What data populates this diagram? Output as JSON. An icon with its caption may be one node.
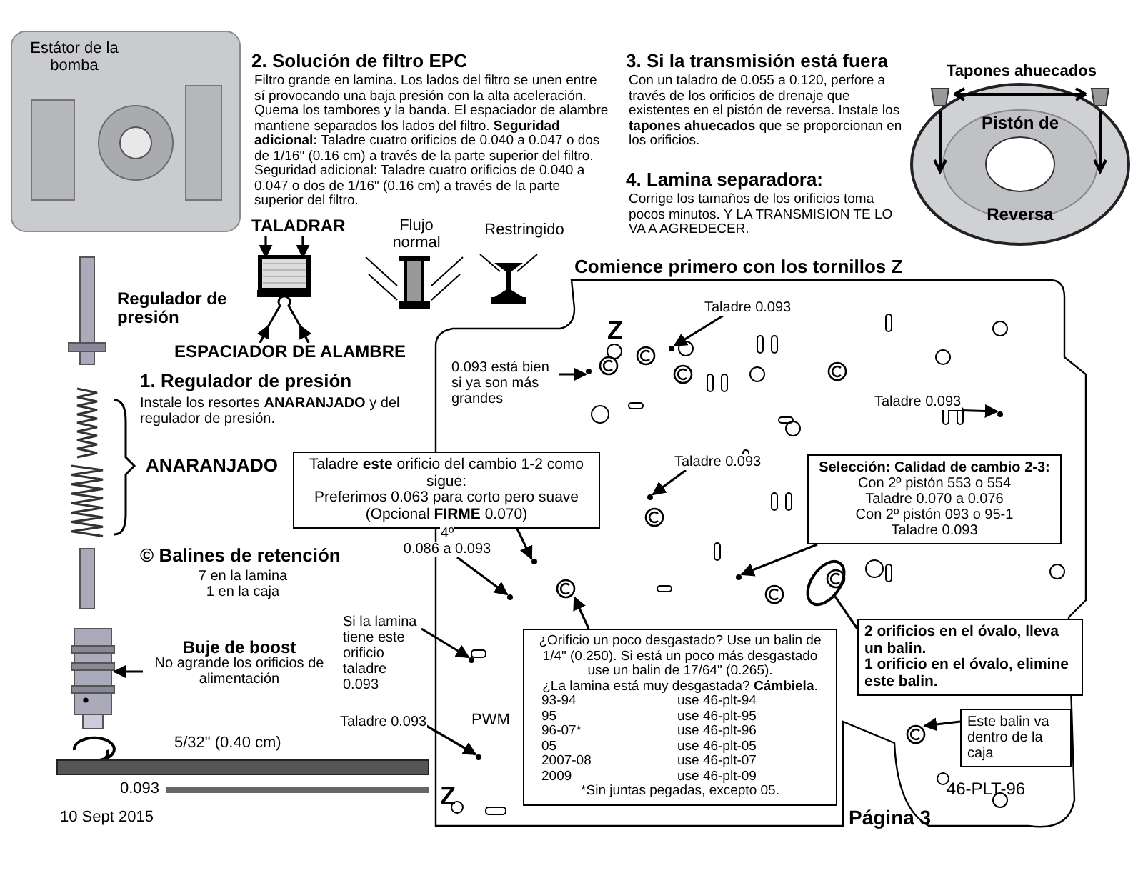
{
  "diagram": {
    "nodes": [
      {
        "text": [
          "Taladre **este** orificio del cambio 1-2 como sigue:",
          "Preferimos 0.063 para corto pero suave",
          "(Opcional **FIRME** 0.070)"
        ]
      },
      {
        "text": [
          "Selección: Calidad de cambio 2-3:",
          "Con 2º pistón 553 o 554",
          "Taladre 0.070 a 0.076",
          "Con 2º pistón 093 o 95-1",
          "Taladre 0.093"
        ]
      },
      {
        "text": [
          "¿Orificio un poco desgastado? Use un balin de 1/4\" (0.250). Si está un poco más desgastado use un balin de 17/64\" (0.265).",
          "¿La lamina está muy desgastada? **Cámbiela**.",
          "93-94",
          "use 46-plt-94",
          "95",
          "use 46-plt-95",
          "96-07*",
          "use 46-plt-96",
          "05",
          "use 46-plt-05",
          "2007-08",
          "use 46-plt-07",
          "2009",
          "use 46-plt-09",
          "*Sin juntas pegadas, excepto 05."
        ]
      },
      {
        "text": [
          "2 orificios en el óvalo, lleva un balin.",
          "1 orificio en el óvalo, elimine este balin."
        ]
      },
      {
        "text": [
          "Este balin va dentro de la caja"
        ]
      },
      {
        "text": [
          "Taladre 0.093"
        ]
      },
      {
        "text": [
          "0.093 está bien si ya son más grandes"
        ]
      },
      {
        "text": [
          "Taladre 0.093"
        ]
      },
      {
        "text": [
          "Taladre 0.093"
        ]
      },
      {
        "text": [
          "4º",
          "0.086 a 0.093"
        ]
      },
      {
        "text": [
          "Si la lamina tiene este orificio taladre 0.093"
        ]
      },
      {
        "text": [
          "Taladre 0.093"
        ]
      },
      {
        "text": [
          "Buje de boost",
          "No agrande los orificios de alimentación"
        ]
      },
      {
        "text": [
          "TALADRAR"
        ]
      },
      {
        "text": [
          "ESPACIADOR DE ALAMBRE"
        ]
      },
      {
        "text": [],
        "shape": "picture"
      },
      {
        "text": [],
        "shape": "picture"
      },
      {
        "text": [],
        "shape": "picture"
      },
      {
        "text": [],
        "shape": "circle"
      },
      {
        "text": [],
        "shape": "circle"
      },
      {
        "text": [],
        "shape": "circle"
      },
      {
        "text": [],
        "shape": "circle"
      },
      {
        "text": [],
        "shape": "circle"
      },
      {
        "text": [],
        "shape": "circle"
      },
      {
        "text": [],
        "shape": "circle"
      },
      {
        "text": [],
        "shape": "circle"
      },
      {
        "text": [],
        "shape": "circle"
      },
      {
        "text": [],
        "shape": "circle"
      },
      {
        "text": [],
        "shape": "circle"
      },
      {
        "text": [],
        "shape": "circle"
      }
    ],
    "edges": [
      {
        "from": 0,
        "to": 18,
        "arrow": "to"
      },
      {
        "from": 1,
        "to": 19,
        "arrow": "to"
      },
      {
        "from": 2,
        "to": 20,
        "arrow": "to"
      },
      {
        "from": 3,
        "to": 21,
        "arrow": "none"
      },
      {
        "from": 4,
        "to": 22,
        "arrow": "to"
      },
      {
        "from": 5,
        "to": 23,
        "arrow": "to"
      },
      {
        "from": 6,
        "to": 24,
        "arrow": "to"
      },
      {
        "from": 7,
        "to": 25,
        "arrow": "to"
      },
      {
        "from": 8,
        "to": 26,
        "arrow": "to"
      },
      {
        "from": 9,
        "to": 27,
        "arrow": "to"
      },
      {
        "from": 10,
        "to": 28,
        "arrow": "to"
      },
      {
        "from": 11,
        "to": 29,
        "arrow": "to"
      },
      {
        "from": 12,
        "to": 17,
        "arrow": "to"
      },
      {
        "from": 13,
        "to": 15,
        "arrow": "to"
      },
      {
        "from": 13,
        "to": 15,
        "arrow": "to"
      },
      {
        "from": 14,
        "to": 16,
        "arrow": "to"
      },
      {
        "from": 14,
        "to": 16,
        "arrow": "to"
      }
    ],
    "labels": [
      "Estátor de la bomba",
      "2. Solución de filtro EPC",
      "Filtro grande en lamina. Los lados del filtro se unen entre sí provocando una baja presión con la alta aceleración. Quema los tambores y la banda. El espaciador de alambre mantiene separados los lados del filtro. **Seguridad adicional:** Taladre cuatro orificios de 0.040 a 0.047 o dos de 1/16\" (0.16 cm) a través de la parte superior del filtro. Seguridad adicional: Taladre cuatro orificios de 0.040 a 0.047 o dos de 1/16\" (0.16 cm) a través de la parte superior del filtro.",
      "3. Si la transmisión está fuera",
      "Con un taladro de 0.055 a 0.120, perfore a través de los orificios de drenaje que existentes en el pistón de reversa. Instale los **tapones ahuecados** que se proporcionan en los orificios.",
      "Tapones ahuecados",
      "Pistón de",
      "Reversa",
      "4. Lamina separadora:",
      "Corrige los tamaños de los orificios toma pocos minutos. Y LA TRANSMISION TE LO VA A AGREDECER.",
      "Flujo normal",
      "Restringido",
      "Regulador de presión",
      "Comience primero con los tornillos Z",
      "Z",
      "1. Regulador de presión",
      "Instale los resortes **ANARANJADO** y del regulador de presión.",
      "ANARANJADO",
      "© Balines de retención",
      "7 en la lamina",
      "1 en la caja",
      "PWM",
      "5/32\"  (0.40 cm)",
      "Z",
      "0.093",
      "46-PLT-96",
      "10 Sept 2015",
      "Página 3"
    ]
  }
}
